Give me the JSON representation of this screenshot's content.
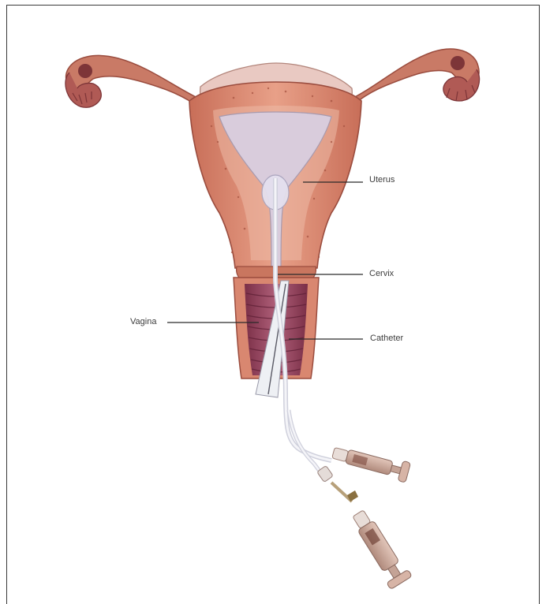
{
  "labels": {
    "uterus": "Uterus",
    "cervix": "Cervix",
    "vagina": "Vagina",
    "catheter": "Catheter"
  },
  "colors": {
    "tissue": "#dc8a70",
    "tissue_dark": "#b05a48",
    "lining": "#e9b7a3",
    "cavity": "#dcd3df",
    "vagina_folds": "#8f3f58",
    "catheter": "#e6e6ee",
    "syringe": "#c9a89a"
  }
}
